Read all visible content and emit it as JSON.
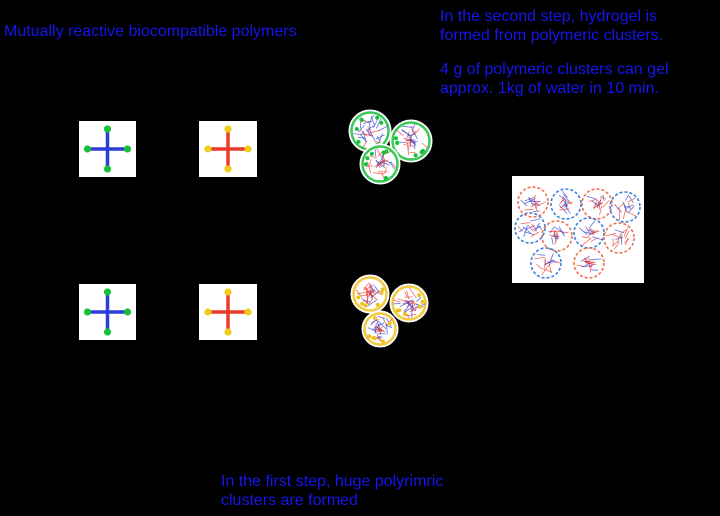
{
  "heading": "Mutually reactive biocompatible polymers",
  "step2": {
    "line1": "In the second step, hydrogel is",
    "line2": "formed from polymeric clusters."
  },
  "rate": {
    "line1": "4 g of polymeric clusters can gel",
    "line2": "approx. 1kg of water in 10 min."
  },
  "step1": {
    "line1": "In the first step, huge polyrimric",
    "line2": "clusters are formed"
  },
  "colors": {
    "arm_blue": "#2b3fd6",
    "arm_red": "#ee3a2c",
    "end_green": "#18c03a",
    "end_yellow": "#f2cc1a",
    "cluster_green": "#18c03a",
    "cluster_yellow": "#f0c020",
    "hydrogel_blue": "#3a7fe0",
    "hydrogel_red": "#f07050",
    "text": "#1515ee"
  }
}
